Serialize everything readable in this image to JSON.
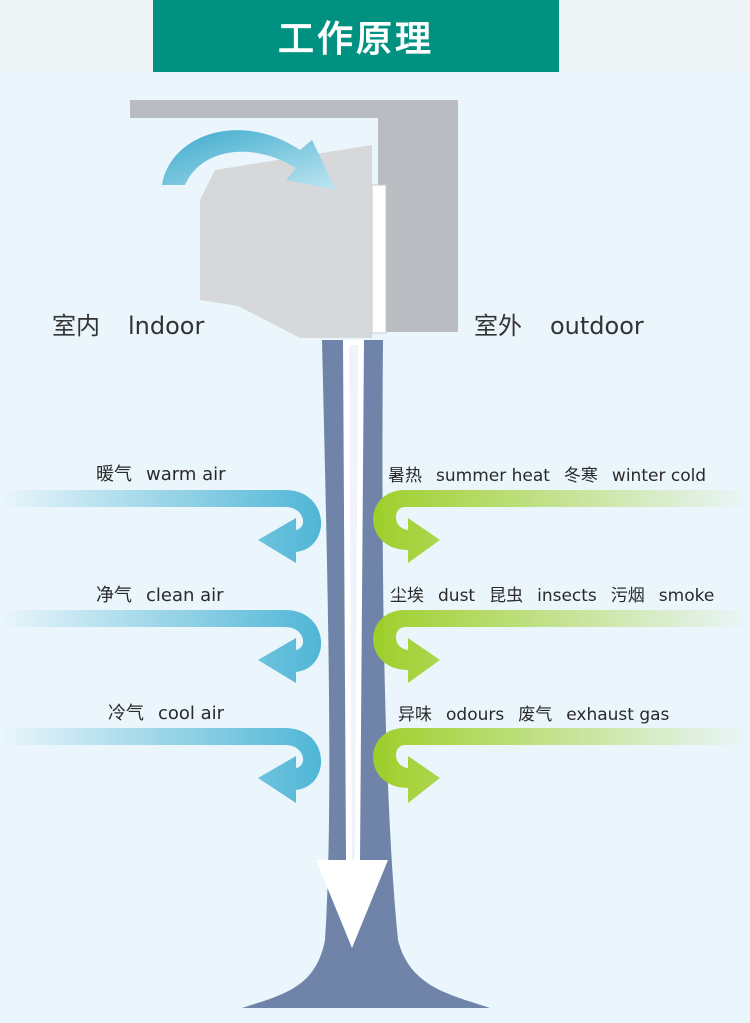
{
  "header": {
    "title": "工作原理"
  },
  "labels": {
    "indoor_zh": "室内",
    "indoor_en": "lndoor",
    "outdoor_zh": "室外",
    "outdoor_en": "outdoor"
  },
  "flows": {
    "warm_zh": "暖气",
    "warm_en": "warm air",
    "clean_zh": "净气",
    "clean_en": "clean air",
    "cool_zh": "冷气",
    "cool_en": "cool air",
    "heat_zh": "暑热",
    "heat_en": "summer heat",
    "cold_zh": "冬寒",
    "cold_en": "winter cold",
    "dust_zh": "尘埃",
    "dust_en": "dust",
    "insects_zh": "昆虫",
    "insects_en": "insects",
    "smoke_zh": "污烟",
    "smoke_en": "smoke",
    "odours_zh": "异味",
    "odours_en": "odours",
    "exhaust_zh": "废气",
    "exhaust_en": "exhaust gas"
  },
  "colors": {
    "banner": "#009180",
    "indoor_arrow": "#4fb6d6",
    "outdoor_arrow": "#9fcf2a",
    "duct": "#6f84a8"
  }
}
